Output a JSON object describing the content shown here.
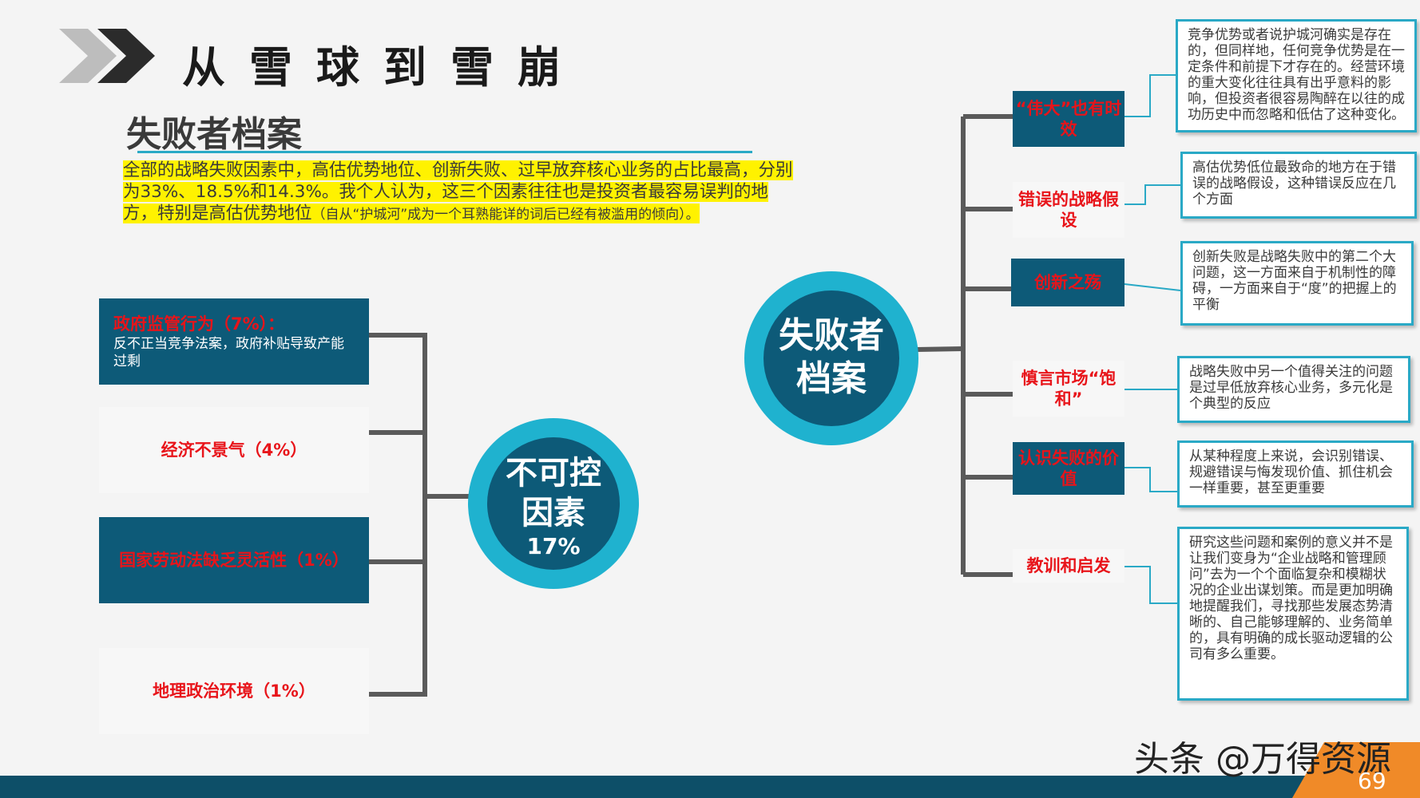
{
  "header": {
    "title": "从雪球到雪崩",
    "subtitle": "失败者档案",
    "highlight_text": "全部的战略失败因素中，高估优势地位、创新失败、过早放弃核心业务的占比最高，分别为33%、18.5%和14.3%。我个人认为，这三个因素往往也是投资者最容易误判的地方，特别是高估优势地位",
    "highlight_note": "（自从“护城河”成为一个耳熟能详的词后已经有被滥用的倾向）。"
  },
  "uncontrollable": {
    "circle_title_line1": "不可控",
    "circle_title_line2": "因素",
    "circle_percent": "17%",
    "items": [
      {
        "label": "政府监管行为（7%）：",
        "desc": "反不正当竞争法案，政府补贴导致产能过剩"
      },
      {
        "label": "经济不景气（4%）"
      },
      {
        "label": "国家劳动法缺乏灵活性（1%）"
      },
      {
        "label": "地理政治环境（1%）"
      }
    ]
  },
  "failure_profile": {
    "circle_title_line1": "失败者",
    "circle_title_line2": "档案",
    "categories": [
      {
        "label": "“伟大”也有时效",
        "note": "竞争优势或者说护城河确实是存在的，但同样地，任何竞争优势是在一定条件和前提下才存在的。经营环境的重大变化往往具有出乎意料的影响，但投资者很容易陶醉在以往的成功历史中而忽略和低估了这种变化。"
      },
      {
        "label": "错误的战略假设",
        "note": "高估优势低位最致命的地方在于错误的战略假设，这种错误反应在几个方面"
      },
      {
        "label": "创新之殇",
        "note": "创新失败是战略失败中的第二个大问题，这一方面来自于机制性的障碍，一方面来自于“度”的把握上的平衡"
      },
      {
        "label": "慎言市场“饱和”",
        "note": "战略失败中另一个值得关注的问题是过早低放弃核心业务，多元化是个典型的反应"
      },
      {
        "label": "认识失败的价值",
        "note": "从某种程度上来说，会识别错误、规避错误与悔发现价值、抓住机会一样重要，甚至更重要"
      },
      {
        "label": "教训和启发",
        "note": "研究这些问题和案例的意义并不是让我们变身为“企业战略和管理顾问”去为一个个面临复杂和模糊状况的企业出谋划策。而是更加明确地提醒我们，寻找那些发展态势清晰的、自己能够理解的、业务简单的，具有明确的成长驱动逻辑的公司有多么重要。"
      }
    ]
  },
  "footer": {
    "watermark": "头条 @万得资源",
    "page_number": "69"
  },
  "colors": {
    "dark_teal": "#0d5a78",
    "accent_cyan": "#2aa9c6",
    "label_red": "#e8141a",
    "highlight_yellow": "#fff200",
    "connector_gray": "#5a5a5a",
    "footer_orange": "#f08a28"
  }
}
